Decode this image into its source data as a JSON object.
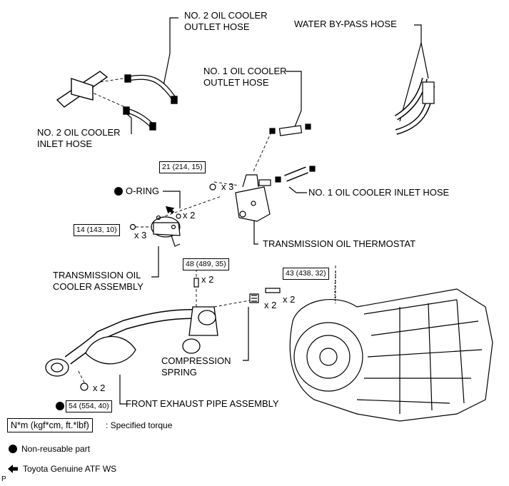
{
  "labels": {
    "no2_outlet_hose": "NO. 2 OIL COOLER\nOUTLET HOSE",
    "water_bypass_hose": "WATER BY-PASS HOSE",
    "no1_outlet_hose": "NO. 1 OIL COOLER\nOUTLET HOSE",
    "no2_inlet_hose": "NO. 2 OIL COOLER\nINLET HOSE",
    "no1_inlet_hose": "NO. 1 OIL COOLER INLET HOSE",
    "o_ring": "O-RING",
    "thermostat": "TRANSMISSION OIL THERMOSTAT",
    "cooler_assembly": "TRANSMISSION OIL\nCOOLER ASSEMBLY",
    "compression_spring": "COMPRESSION\nSPRING",
    "front_exhaust": "FRONT EXHAUST PIPE ASSEMBLY"
  },
  "torques": {
    "t1": "21 (214, 15)",
    "t2": "14 (143, 10)",
    "t3": "48 (489, 35)",
    "t4": "43 (438, 32)",
    "t5": "54 (554, 40)"
  },
  "quantities": {
    "q_thermo_bolt": "x 3",
    "q_oring": "x 2",
    "q_cooler_bolt": "x 3",
    "q_48": "x 2",
    "q_43_a": "x 2",
    "q_43_b": "x 2",
    "q_nut": "x 2"
  },
  "legend": {
    "torque_unit": "N*m (kgf*cm, ft.*lbf)",
    "torque_desc": ": Specified torque",
    "non_reusable": "Non-reusable part",
    "atf": "Toyota Genuine ATF WS"
  },
  "footer_code": "P"
}
